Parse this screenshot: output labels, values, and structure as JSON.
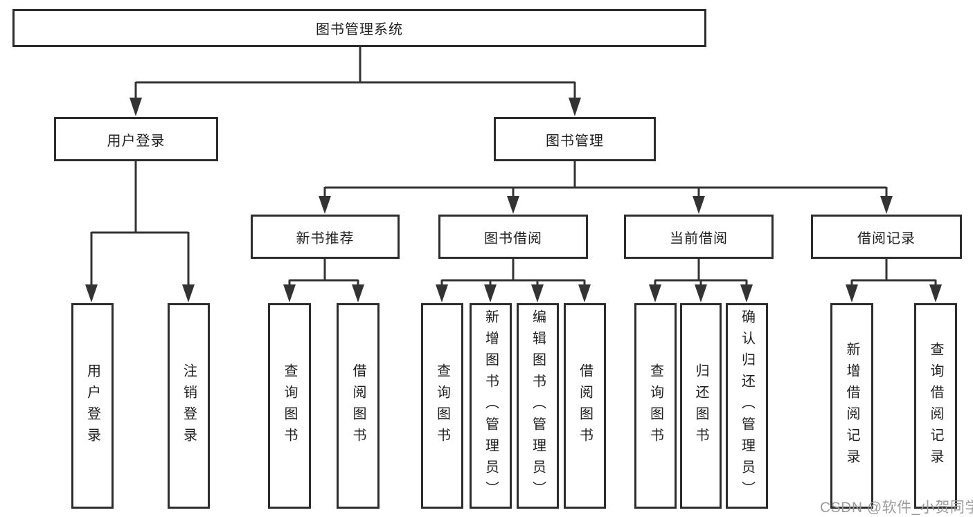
{
  "tree": {
    "label": "图书管理系统",
    "children": [
      {
        "label": "用户登录",
        "children": [
          {
            "label": "用户登录"
          },
          {
            "label": "注销登录"
          }
        ]
      },
      {
        "label": "图书管理",
        "children": [
          {
            "label": "新书推荐",
            "children": [
              {
                "label": "查询图书"
              },
              {
                "label": "借阅图书"
              }
            ]
          },
          {
            "label": "图书借阅",
            "children": [
              {
                "label": "查询图书"
              },
              {
                "label": "新增图书（管理员）"
              },
              {
                "label": "编辑图书（管理员）"
              },
              {
                "label": "借阅图书"
              }
            ]
          },
          {
            "label": "当前借阅",
            "children": [
              {
                "label": "查询图书"
              },
              {
                "label": "归还图书"
              },
              {
                "label": "确认归还（管理员）"
              }
            ]
          },
          {
            "label": "借阅记录",
            "children": [
              {
                "label": "新增借阅记录"
              },
              {
                "label": "查询借阅记录"
              }
            ]
          }
        ]
      }
    ]
  },
  "watermark": "CSDN @软件_小贺同学",
  "colors": {
    "line": "#333333",
    "box_border": "#2d2d2d",
    "text": "#1e1e1e",
    "watermark": "#9a9a9a"
  }
}
